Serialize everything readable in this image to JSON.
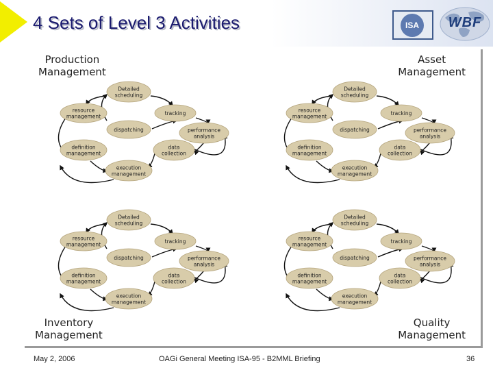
{
  "slide": {
    "title": "4 Sets of Level 3 Activities",
    "logos": {
      "isa": "ISA",
      "wbf": "WBF"
    }
  },
  "quadrants": [
    {
      "label_lines": [
        "Production",
        "Management"
      ],
      "label_align": "left",
      "activities": {
        "detailed_scheduling": [
          "Detailed",
          "scheduling"
        ],
        "resource_management": [
          "resource",
          "management"
        ],
        "tracking": [
          "tracking"
        ],
        "dispatching": [
          "dispatching"
        ],
        "performance_analysis": [
          "performance",
          "analysis"
        ],
        "definition_management": [
          "definition",
          "management"
        ],
        "data_collection": [
          "data",
          "collection"
        ],
        "execution_management": [
          "execution",
          "management"
        ]
      }
    },
    {
      "label_lines": [
        "Asset",
        "Management"
      ],
      "label_align": "right",
      "activities": {
        "detailed_scheduling": [
          "Detailed",
          "scheduling"
        ],
        "resource_management": [
          "resource",
          "management"
        ],
        "tracking": [
          "tracking"
        ],
        "dispatching": [
          "dispatching"
        ],
        "performance_analysis": [
          "performance",
          "analysis"
        ],
        "definition_management": [
          "definition",
          "management"
        ],
        "data_collection": [
          "data",
          "collection"
        ],
        "execution_management": [
          "execution",
          "management"
        ]
      }
    },
    {
      "label_lines": [
        "Inventory",
        "Management"
      ],
      "label_align": "left",
      "activities": {
        "detailed_scheduling": [
          "Detailed",
          "scheduling"
        ],
        "resource_management": [
          "resource",
          "management"
        ],
        "tracking": [
          "tracking"
        ],
        "dispatching": [
          "dispatching"
        ],
        "performance_analysis": [
          "performance",
          "analysis"
        ],
        "definition_management": [
          "definition",
          "management"
        ],
        "data_collection": [
          "data",
          "collection"
        ],
        "execution_management": [
          "execution",
          "management"
        ]
      }
    },
    {
      "label_lines": [
        "Quality",
        "Management"
      ],
      "label_align": "right",
      "activities": {
        "detailed_scheduling": [
          "Detailed",
          "scheduling"
        ],
        "resource_management": [
          "resource",
          "management"
        ],
        "tracking": [
          "tracking"
        ],
        "dispatching": [
          "dispatching"
        ],
        "performance_analysis": [
          "performance",
          "analysis"
        ],
        "definition_management": [
          "definition",
          "management"
        ],
        "data_collection": [
          "data",
          "collection"
        ],
        "execution_management": [
          "execution",
          "management"
        ]
      }
    }
  ],
  "footer": {
    "date": "May 2, 2006",
    "center": "OAGi General Meeting ISA-95 - B2MML Briefing",
    "page_number": "36"
  },
  "colors": {
    "title_text": "#1a1a6e",
    "title_arrow": "#f2ee00",
    "node_fill": "#d8ccaa",
    "node_stroke": "#b4a47c"
  }
}
